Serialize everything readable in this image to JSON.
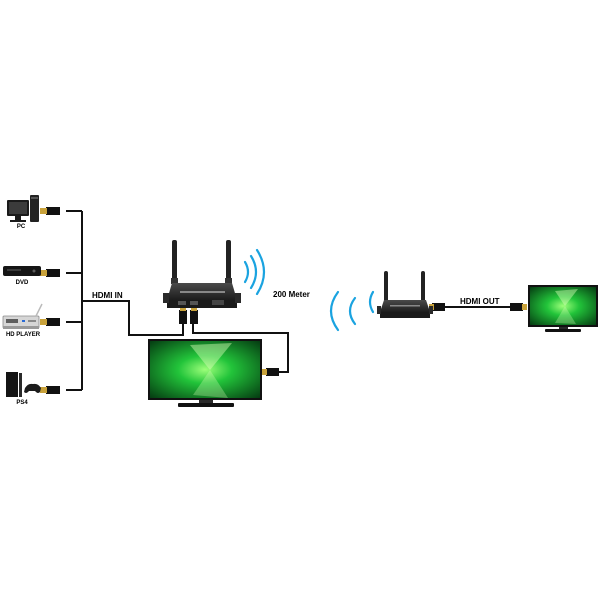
{
  "sources": [
    {
      "id": "pc",
      "label": "PC",
      "icon": "pc-icon"
    },
    {
      "id": "dvd",
      "label": "DVD",
      "icon": "dvd-player-icon"
    },
    {
      "id": "hd-player",
      "label": "HD PLAYER",
      "icon": "hd-player-icon"
    },
    {
      "id": "ps4",
      "label": "PS4",
      "icon": "ps4-console-icon"
    }
  ],
  "labels": {
    "hdmi_in": "HDMI IN",
    "distance": "200 Meter",
    "hdmi_out": "HDMI OUT"
  },
  "colors": {
    "signal_waves": "#1aa3e0",
    "device_body": "#2b2b2b",
    "screen_green": "#1db83a",
    "cable": "#111111",
    "connector_gold": "#c9a23a"
  }
}
